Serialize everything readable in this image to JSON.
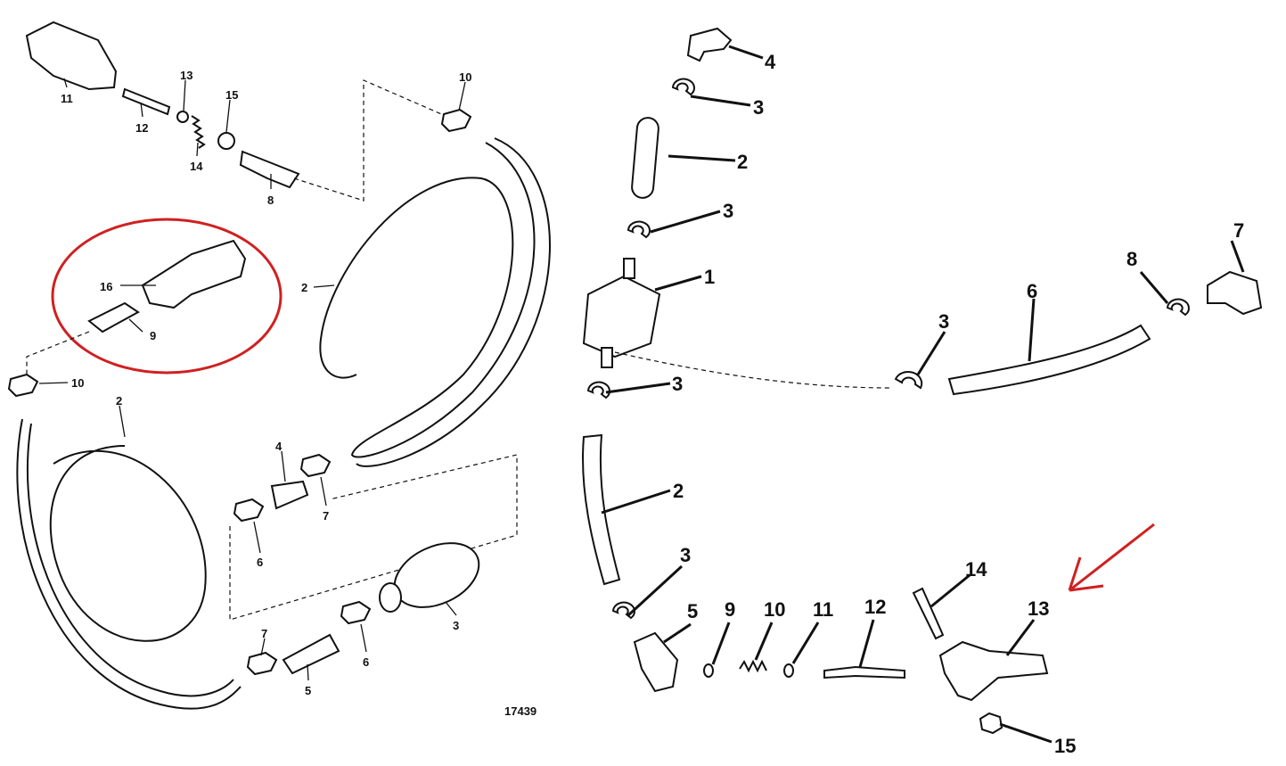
{
  "diagram": {
    "figure_number": "17439",
    "highlight_color": "#d02020",
    "left_labels": [
      "11",
      "12",
      "13",
      "14",
      "15",
      "8",
      "10",
      "16",
      "9",
      "10",
      "2",
      "2",
      "4",
      "7",
      "6",
      "3",
      "7",
      "6",
      "5"
    ],
    "right_labels": [
      "4",
      "3",
      "2",
      "3",
      "1",
      "7",
      "8",
      "6",
      "3",
      "3",
      "2",
      "3",
      "5",
      "9",
      "10",
      "11",
      "12",
      "14",
      "13",
      "15"
    ]
  }
}
